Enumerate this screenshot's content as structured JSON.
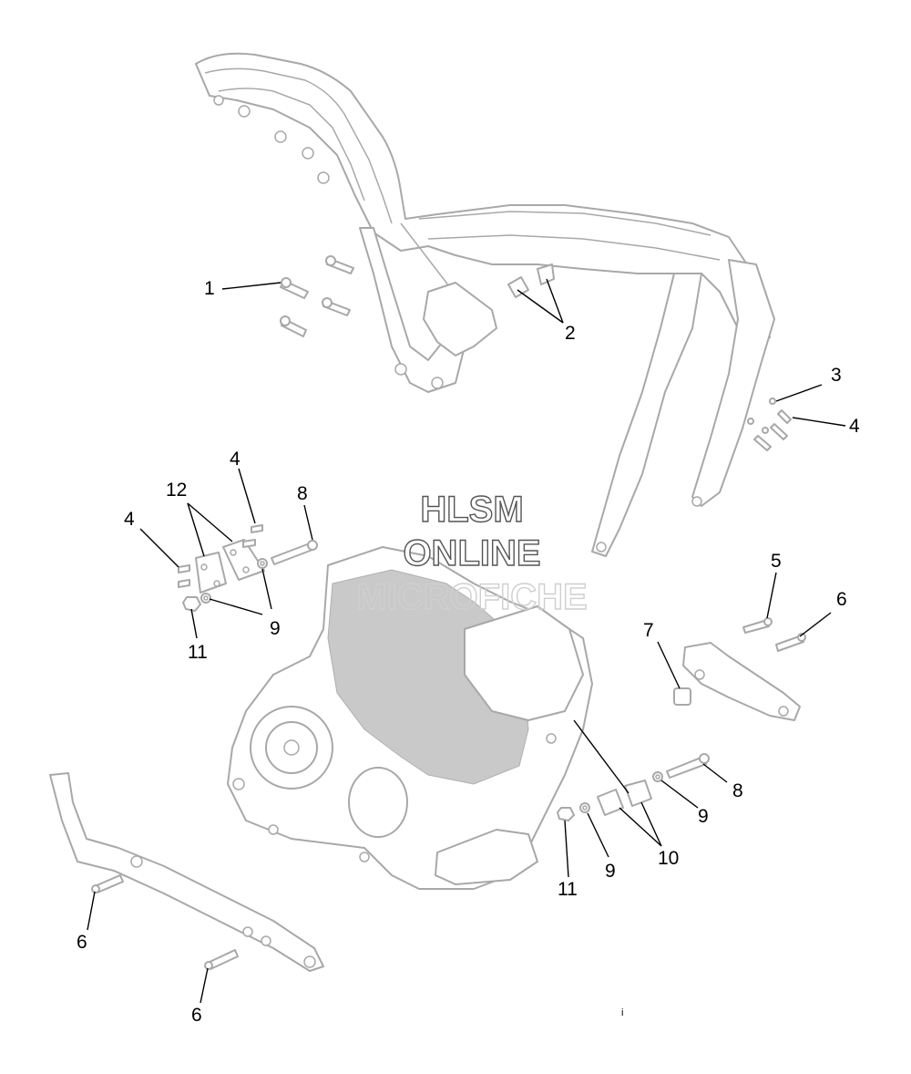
{
  "watermark": {
    "line1": "HLSM",
    "line2": "ONLINE",
    "line3": "MICROFICHE"
  },
  "callouts": [
    {
      "id": "c1",
      "label": "1"
    },
    {
      "id": "c2",
      "label": "2"
    },
    {
      "id": "c3",
      "label": "3"
    },
    {
      "id": "c4a",
      "label": "4"
    },
    {
      "id": "c4b",
      "label": "4"
    },
    {
      "id": "c4c",
      "label": "4"
    },
    {
      "id": "c5",
      "label": "5"
    },
    {
      "id": "c6a",
      "label": "6"
    },
    {
      "id": "c6b",
      "label": "6"
    },
    {
      "id": "c6c",
      "label": "6"
    },
    {
      "id": "c7",
      "label": "7"
    },
    {
      "id": "c8a",
      "label": "8"
    },
    {
      "id": "c8b",
      "label": "8"
    },
    {
      "id": "c9a",
      "label": "9"
    },
    {
      "id": "c9b",
      "label": "9"
    },
    {
      "id": "c9c",
      "label": "9"
    },
    {
      "id": "c10",
      "label": "10"
    },
    {
      "id": "c11a",
      "label": "11"
    },
    {
      "id": "c11b",
      "label": "11"
    },
    {
      "id": "c12",
      "label": "12"
    }
  ],
  "footer_mark": "i"
}
